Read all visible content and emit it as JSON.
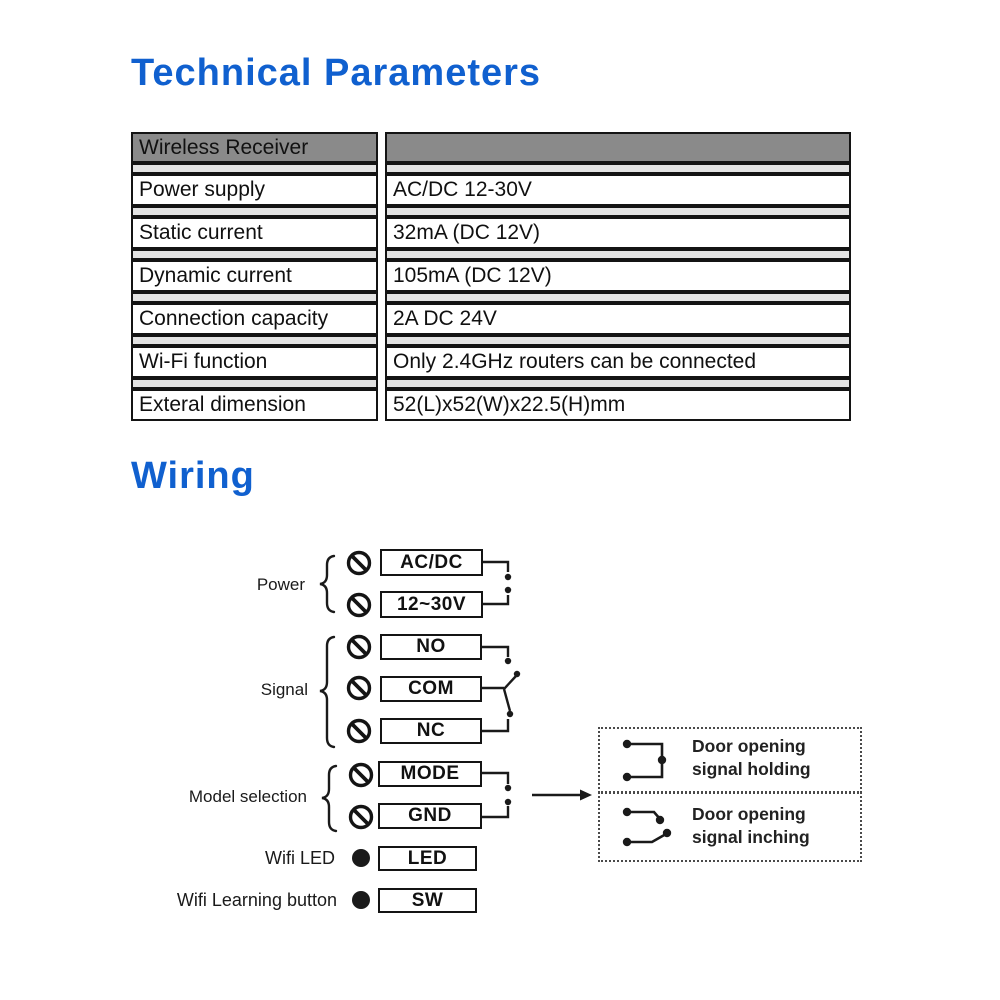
{
  "headings": {
    "technical_parameters": "Technical Parameters",
    "wiring": "Wiring"
  },
  "colors": {
    "accent_blue": "#1060cf",
    "table_header_bg": "#8a8a8a",
    "table_separator_bg": "#e3e3e3",
    "line_color": "#1a1a1a"
  },
  "table": {
    "header": "Wireless Receiver",
    "rows": [
      {
        "label": "Power supply",
        "value": "AC/DC 12-30V"
      },
      {
        "label": "Static current",
        "value": "32mA (DC 12V)"
      },
      {
        "label": "Dynamic current",
        "value": "105mA (DC 12V)"
      },
      {
        "label": "Connection capacity",
        "value": "2A DC 24V"
      },
      {
        "label": "Wi-Fi function",
        "value": "Only 2.4GHz routers can be connected"
      },
      {
        "label": "Exteral dimension",
        "value": "52(L)x52(W)x22.5(H)mm"
      }
    ]
  },
  "wiring": {
    "groups": [
      {
        "label": "Power",
        "terminals": [
          "AC/DC",
          "12~30V"
        ]
      },
      {
        "label": "Signal",
        "terminals": [
          "NO",
          "COM",
          "NC"
        ]
      },
      {
        "label": "Model selection",
        "terminals": [
          "MODE",
          "GND"
        ]
      }
    ],
    "rows": [
      {
        "label": "Wifi LED",
        "terminal": "LED"
      },
      {
        "label": "Wifi Learning button",
        "terminal": "SW"
      }
    ],
    "notes": [
      {
        "line1": "Door opening",
        "line2": "signal holding"
      },
      {
        "line1": "Door opening",
        "line2": "signal inching"
      }
    ],
    "icons": {
      "screw_terminal": "circle-with-backslash",
      "indicator_dot": "filled-circle",
      "arrow_right": "→"
    }
  }
}
